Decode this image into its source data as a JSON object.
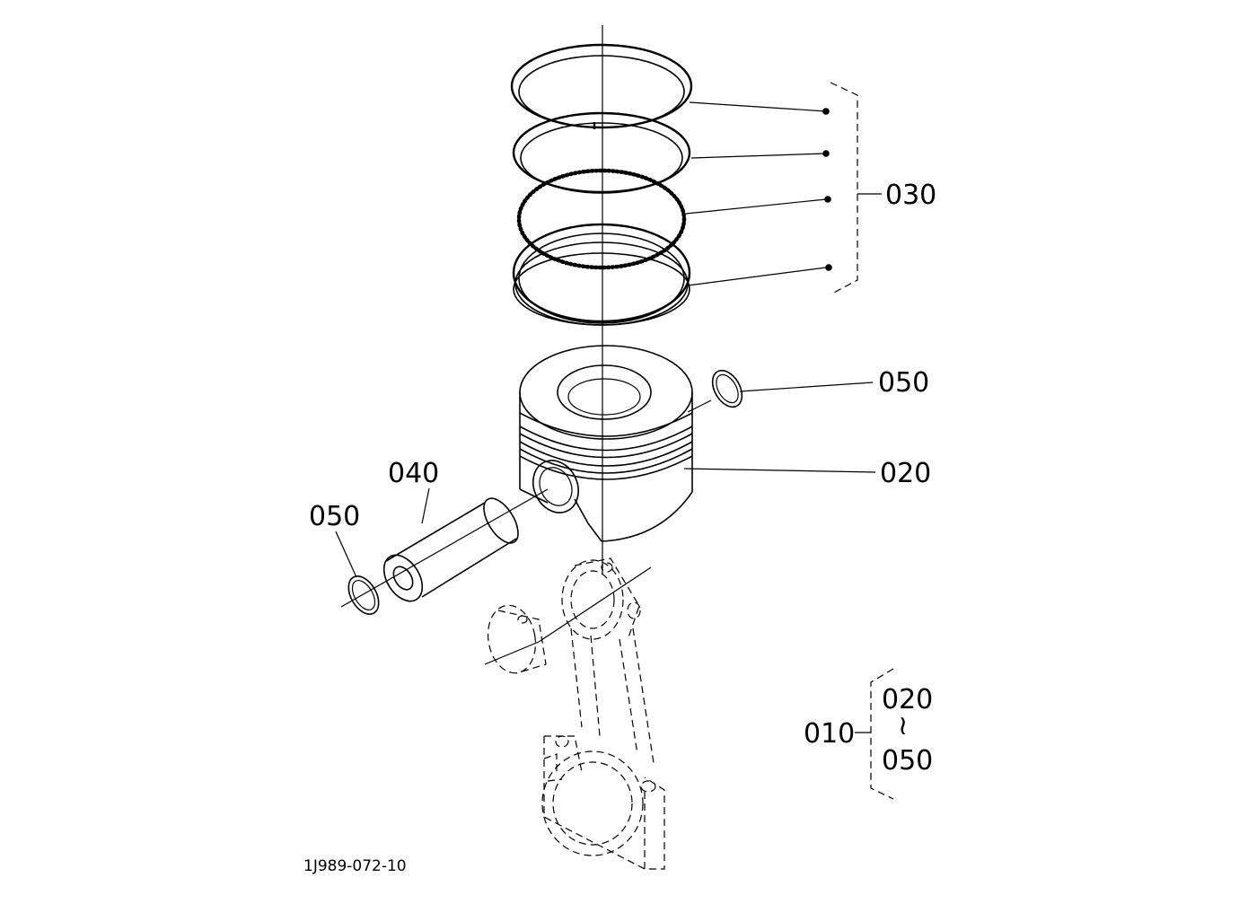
{
  "diagram": {
    "document_id": "1J989-072-10",
    "callouts": {
      "piston_rings": "030",
      "circlip_right": "050",
      "piston": "020",
      "piston_pin": "040",
      "circlip_left": "050"
    },
    "assembly_group": {
      "label": "010",
      "range_start": "020",
      "range_symbol": "≀",
      "range_end": "050"
    }
  }
}
